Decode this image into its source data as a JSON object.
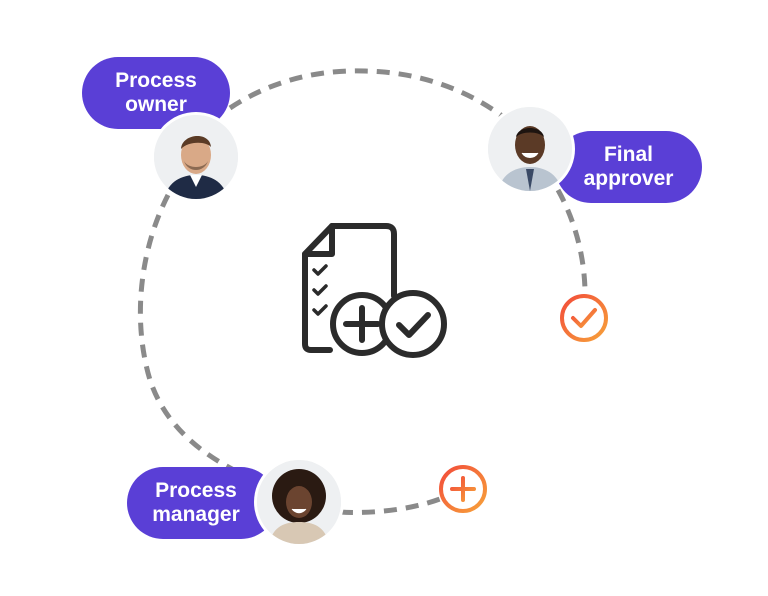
{
  "roles": {
    "process_owner": {
      "line1": "Process",
      "line2": "owner"
    },
    "final_approver": {
      "line1": "Final",
      "line2": "approver"
    },
    "process_manager": {
      "line1": "Process",
      "line2": "manager"
    }
  },
  "icons": {
    "center": "document-checklist-add-approve-icon",
    "approve_status": "check-circle-icon",
    "add_status": "plus-circle-icon"
  },
  "colors": {
    "pill": "#5a3fd6",
    "dashes": "#8a8a8a",
    "icon_stroke": "#2b2b2b",
    "status_start": "#f24b3a",
    "status_end": "#f6a23a"
  }
}
